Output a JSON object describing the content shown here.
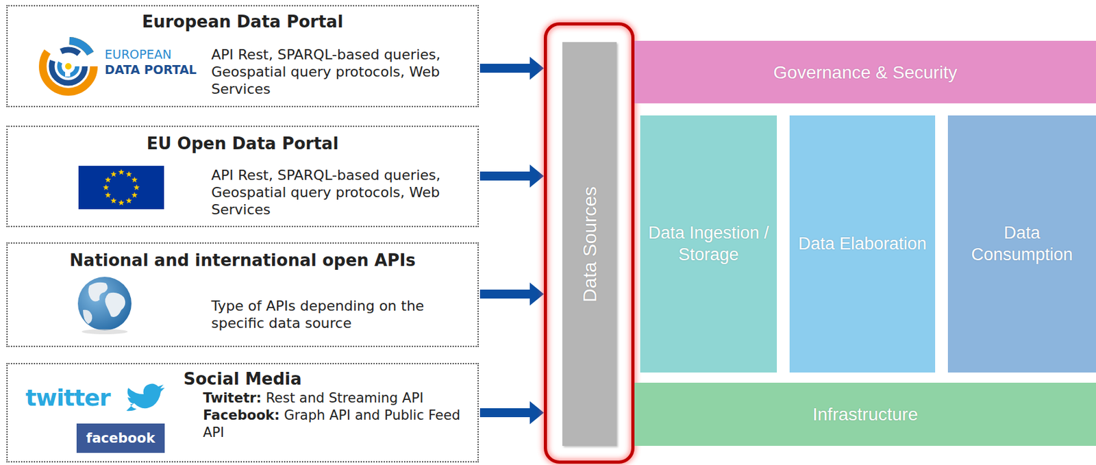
{
  "diagram": {
    "nodes": [
      {
        "text": [
          "European Data Portal",
          "API Rest, SPARQL-based queries, Geospatial query protocols, Web Services"
        ]
      },
      {
        "text": [
          "EU Open Data Portal",
          "API Rest, SPARQL-based queries, Geospatial query protocols, Web Services"
        ]
      },
      {
        "text": [
          "National and international open APIs",
          "Type of APIs depending on the specific data source"
        ]
      },
      {
        "text": [
          "Social Media",
          "Twitetr: Rest and Streaming API",
          "Facebook: Graph API and Public Feed API"
        ]
      },
      {
        "text": [
          "Data Sources"
        ]
      },
      {
        "text": [
          "Governance & Security"
        ]
      },
      {
        "text": [
          "Data Ingestion / Storage"
        ]
      },
      {
        "text": [
          "Data Elaboration"
        ]
      },
      {
        "text": [
          "Data Consumption"
        ]
      },
      {
        "text": [
          "Infrastructure"
        ]
      }
    ],
    "edges": [
      {
        "from": 0,
        "to": 4,
        "arrow": "to"
      },
      {
        "from": 1,
        "to": 4,
        "arrow": "to"
      },
      {
        "from": 2,
        "to": 4,
        "arrow": "to"
      },
      {
        "from": 3,
        "to": 4,
        "arrow": "to"
      }
    ],
    "labels": [
      "EUROPEAN",
      "DATA PORTAL",
      "twitter",
      "facebook"
    ]
  }
}
